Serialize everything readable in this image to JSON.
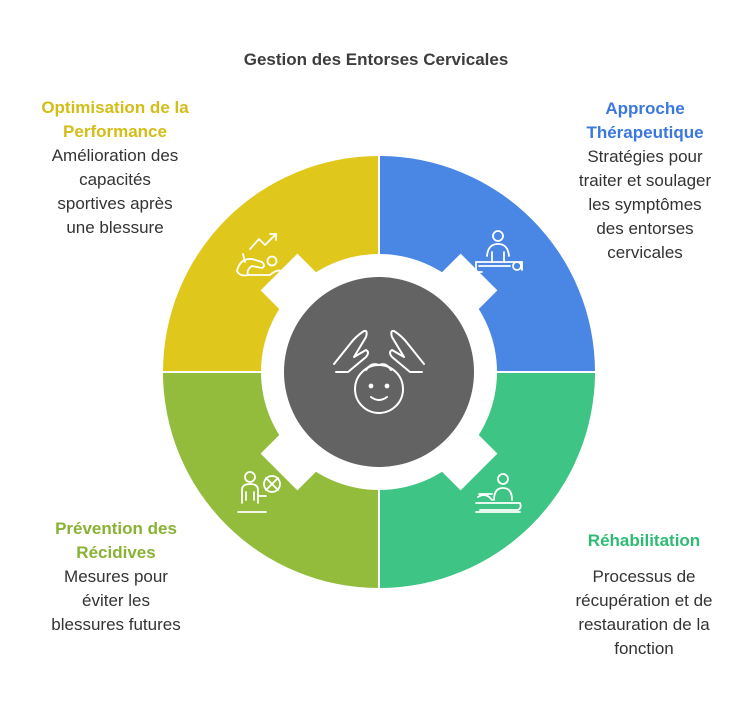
{
  "title": "Gestion des Entorses Cervicales",
  "colors": {
    "performance": "#dfc81b",
    "therapeutic": "#4a86e4",
    "rehab": "#3ec484",
    "prevention": "#94bc3c",
    "center": "#636363",
    "performance_text": "#d3bd17",
    "therapeutic_text": "#3a78de",
    "rehab_text": "#2ebc74",
    "prevention_text": "#88b233"
  },
  "sections": {
    "performance": {
      "heading": "Optimisation de la\nPerformance",
      "description": "Amélioration des\ncapacités\nsportives après\nune blessure",
      "icon": "athlete-recovery-icon"
    },
    "therapeutic": {
      "heading": "Approche\nThérapeutique",
      "description": "Stratégies pour\ntraiter et soulager\nles symptômes\ndes entorses\ncervicales",
      "icon": "massage-therapist-icon"
    },
    "rehab": {
      "heading": "Réhabilitation",
      "description": "Processus de\nrécupération et de\nrestauration de la\nfonction",
      "icon": "physio-treatment-icon"
    },
    "prevention": {
      "heading": "Prévention des\nRécidives",
      "description": "Mesures pour\néviter les\nblessures futures",
      "icon": "injury-prevention-icon"
    }
  },
  "center_icon": "hands-protecting-face-icon"
}
